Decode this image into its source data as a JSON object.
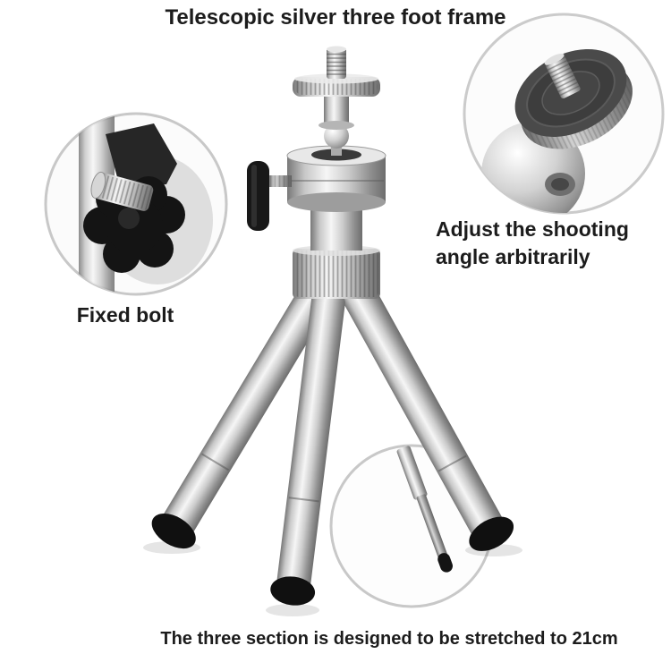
{
  "title": "Telescopic silver three foot frame",
  "labels": {
    "fixed_bolt": "Fixed bolt",
    "adjust_line1": "Adjust the shooting",
    "adjust_line2": "angle arbitrarily",
    "caption": "The three section is designed to be stretched to 21cm"
  },
  "colors": {
    "background": "#ffffff",
    "text": "#1c1c1c",
    "silver_highlight": "#f6f6f6",
    "silver_mid": "#c8c8c8",
    "silver_shadow": "#6d6d6d",
    "black_parts": "#141414",
    "inset_ring": "#c8c8c8"
  }
}
